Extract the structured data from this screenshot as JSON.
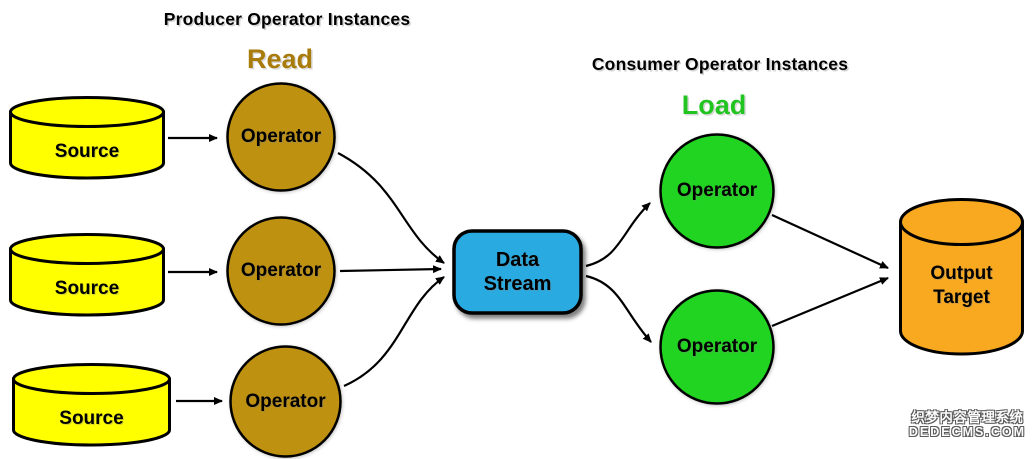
{
  "titles": {
    "producer": "Producer Operator Instances",
    "read": "Read",
    "consumer": "Consumer Operator Instances",
    "load": "Load"
  },
  "producer": {
    "sources": [
      {
        "label": "Source"
      },
      {
        "label": "Source"
      },
      {
        "label": "Source"
      }
    ],
    "operators": [
      {
        "label": "Operator"
      },
      {
        "label": "Operator"
      },
      {
        "label": "Operator"
      }
    ]
  },
  "stream": {
    "label": "Data Stream"
  },
  "consumer": {
    "operators": [
      {
        "label": "Operator"
      },
      {
        "label": "Operator"
      }
    ]
  },
  "target": {
    "label": "Output Target"
  },
  "watermark": {
    "line1": "织梦内容管理系统",
    "line2": "DEDECMS.COM"
  },
  "colors": {
    "source_fill": "#FFFF00",
    "producer_operator_fill": "#BF9110",
    "consumer_operator_fill": "#21D421",
    "stream_fill": "#29ABE2",
    "target_fill": "#F9A91F",
    "read_text": "#A87B0B",
    "load_text": "#21C421",
    "line_color": "#000000"
  }
}
